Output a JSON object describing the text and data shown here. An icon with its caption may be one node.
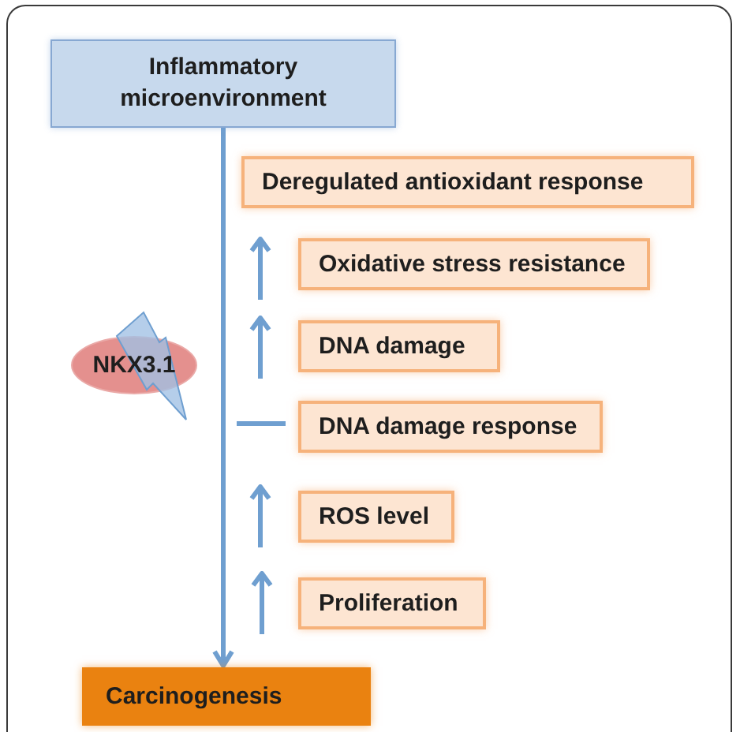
{
  "diagram": {
    "nodes": [
      {
        "text": [
          "Inflammatory microenvironment"
        ]
      },
      {
        "text": [
          "Deregulated antioxidant response"
        ]
      },
      {
        "text": [
          "Oxidative stress resistance"
        ]
      },
      {
        "text": [
          "DNA damage"
        ]
      },
      {
        "text": [
          "NKX3.1"
        ]
      },
      {
        "text": [
          "DNA damage response"
        ]
      },
      {
        "text": [
          "ROS level"
        ]
      },
      {
        "text": [
          "Proliferation"
        ]
      },
      {
        "text": [
          "Carcinogenesis"
        ]
      }
    ],
    "edges": [
      {
        "from": 0,
        "to": 8,
        "arrow": "to"
      }
    ]
  }
}
